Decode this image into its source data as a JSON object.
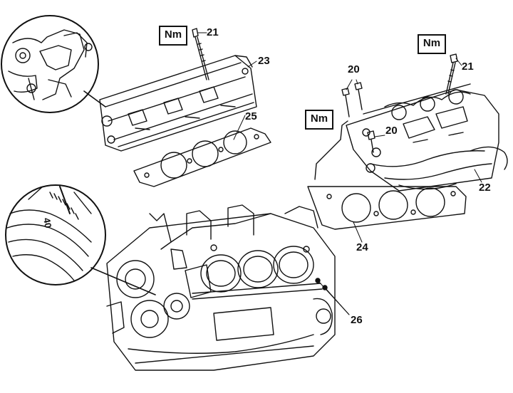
{
  "torque_symbol": "Nm",
  "callouts": {
    "bolt_left": "21",
    "head_left": "23",
    "gasket_left": "25",
    "bolts_right_upper": "20",
    "bolt_right_mid": "20",
    "bolt_right": "21",
    "head_right": "22",
    "gasket_right": "24",
    "dowel_pins": "26"
  },
  "scale_mark": "40",
  "colors": {
    "line": "#111111",
    "paper": "#ffffff"
  }
}
